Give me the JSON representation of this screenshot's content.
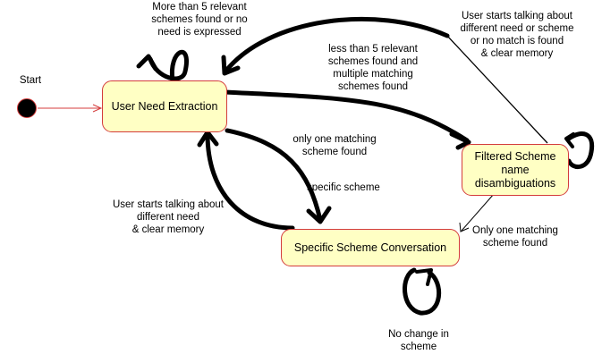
{
  "start_label": "Start",
  "states": {
    "user_need": "User Need Extraction",
    "filtered": "Filtered Scheme\nname\ndisambiguations",
    "specific": "Specific Scheme Conversation"
  },
  "transitions": {
    "self_loop_user_need": "More than 5 relevant\nschemes found or no\nneed is expressed",
    "user_need_to_filtered": "less than 5 relevant\nschemes found and\nmultiple matching\nschemes found",
    "filtered_to_user_need": "User starts talking about\ndifferent need or scheme\nor no match is found\n& clear memory",
    "user_need_to_specific": "only one matching\nscheme found",
    "specific_scheme_text": "specific scheme",
    "specific_to_user_need": "User starts talking about\ndifferent need\n& clear memory",
    "filtered_to_specific": "Only one matching\nscheme found",
    "self_loop_specific": "No change in\nscheme"
  },
  "colors": {
    "state_fill": "#ffffc4",
    "state_border": "#d43c3c",
    "arrow": "#000000",
    "start_arrow": "#d43c3c"
  }
}
